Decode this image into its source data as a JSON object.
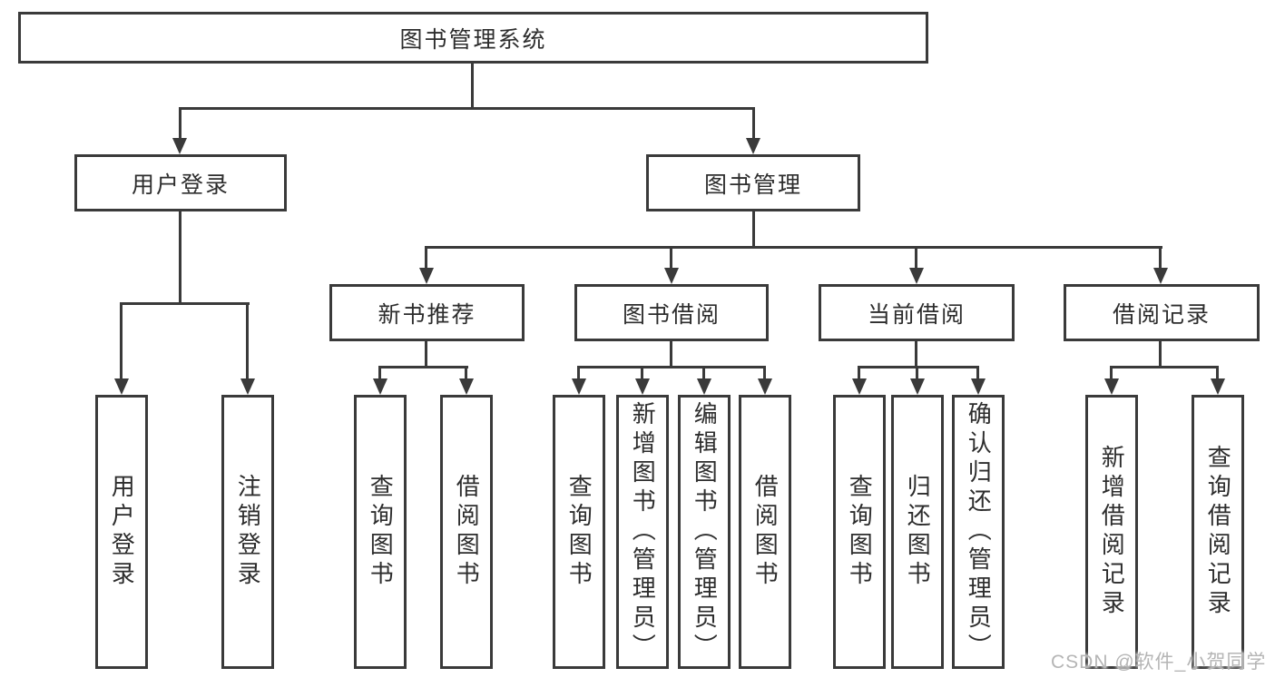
{
  "colors": {
    "background": "#ffffff",
    "line": "#3a3a3a",
    "box_border": "#3a3a3a",
    "text": "#2d2d2d",
    "watermark": "#b5b5b5"
  },
  "diagram": {
    "root": {
      "label": "图书管理系统"
    },
    "branches": [
      {
        "label": "用户登录",
        "children": [
          {
            "label": "用户登录"
          },
          {
            "label": "注销登录"
          }
        ]
      },
      {
        "label": "图书管理",
        "children": [
          {
            "label": "新书推荐",
            "children": [
              {
                "label": "查询图书"
              },
              {
                "label": "借阅图书"
              }
            ]
          },
          {
            "label": "图书借阅",
            "children": [
              {
                "label": "查询图书"
              },
              {
                "label": "新增图书（管理员）"
              },
              {
                "label": "编辑图书（管理员）"
              },
              {
                "label": "借阅图书"
              }
            ]
          },
          {
            "label": "当前借阅",
            "children": [
              {
                "label": "查询图书"
              },
              {
                "label": "归还图书"
              },
              {
                "label": "确认归还（管理员）"
              }
            ]
          },
          {
            "label": "借阅记录",
            "children": [
              {
                "label": "新增借阅记录"
              },
              {
                "label": "查询借阅记录"
              }
            ]
          }
        ]
      }
    ]
  },
  "watermark": {
    "text": "CSDN @软件_小贺同学"
  }
}
